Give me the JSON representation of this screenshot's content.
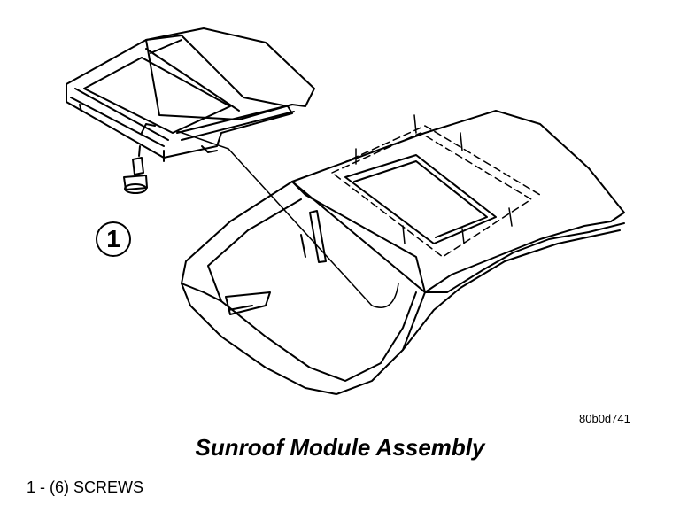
{
  "diagram": {
    "callout_number": "1",
    "figure_code": "80b0d741",
    "caption": "Sunroof Module Assembly",
    "legend_item": "1 - (6) SCREWS"
  }
}
